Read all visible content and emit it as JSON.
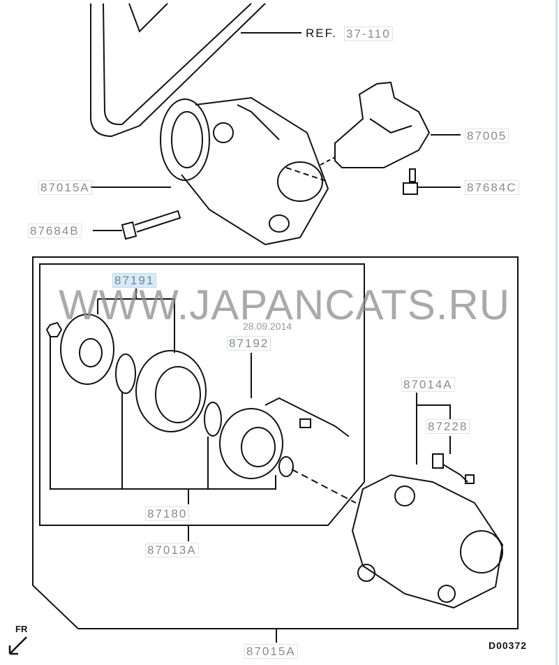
{
  "watermark": "WWW.JAPANCATS.RU",
  "date": "28.09.2014",
  "diagram_code": "D00372",
  "direction_label": "FR",
  "ref": {
    "prefix": "REF.",
    "number": "37-110"
  },
  "parts": {
    "p87005": "87005",
    "p87015A_top": "87015A",
    "p87684C": "87684C",
    "p87684B": "87684B",
    "p87191": "87191",
    "p87192": "87192",
    "p87014A": "87014A",
    "p87228": "87228",
    "p87180": "87180",
    "p87013A": "87013A",
    "p87015A_bottom": "87015A"
  }
}
